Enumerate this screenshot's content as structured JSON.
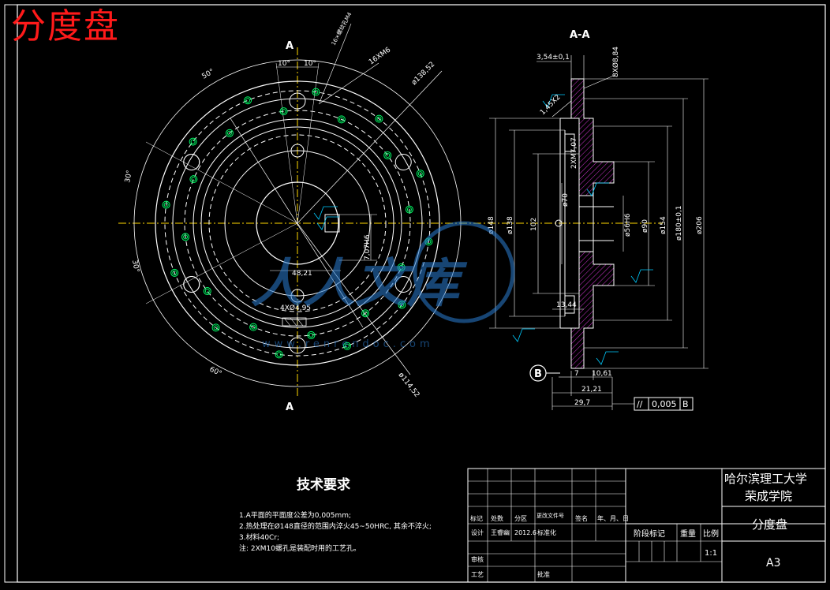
{
  "drawing": {
    "title": "分度盘",
    "section_label": "A-A",
    "cut_label_top": "A",
    "cut_label_bottom": "A",
    "datum_label": "B"
  },
  "front_view": {
    "angle_10_left": "10°",
    "angle_10_right": "10°",
    "angle_50": "50°",
    "angle_30_top": "30°",
    "angle_30_bottom": "30°",
    "angle_60": "60°",
    "hole_note_top": "16×螺纹孔M4",
    "thread_note": "16XM6",
    "dia_138_52": "ø138,52",
    "dia_114_52": "ø114,52",
    "dim_48_21": "48,21",
    "dim_7_07": "7,07H6",
    "hole_4x": "4XØ4,95"
  },
  "section_view": {
    "dim_3_54": "3,54±0,1",
    "dim_8x884": "8XØ8,84",
    "dim_1_45": "1,45X2",
    "dim_2x": "2XM7,07",
    "dim_148": "ø148",
    "dim_138": "ø138",
    "dim_102": "102",
    "dim_70": "ø70",
    "dim_56": "ø56H6",
    "dim_90": "ø90",
    "dim_154": "ø154",
    "dim_180": "ø180±0,1",
    "dim_206": "ø206",
    "dim_13_44": "13,44",
    "dim_7": "7",
    "dim_10_61": "10,61",
    "dim_21_21": "21,21",
    "dim_29_7": "29,7",
    "tol_symbol": "//",
    "tol_value": "0,005",
    "tol_datum": "B"
  },
  "requirements": {
    "title": "技术要求",
    "lines": [
      "1.A平面的平面度公差为0,005mm;",
      "2.热处理在Ø148直径的范围内淬火45~50HRC, 其余不淬火;",
      "3.材料40Cr;",
      "注: 2XM10螺孔是装配时用的工艺孔。"
    ]
  },
  "title_block": {
    "school_line1": "哈尔滨理工大学",
    "school_line2": "荣成学院",
    "part_name": "分度盘",
    "sheet_size": "A3",
    "stage_mark": "阶段标记",
    "weight": "重量",
    "scale_label": "比例",
    "scale_value": "1:1",
    "hdr_mark": "标记",
    "hdr_count": "处数",
    "hdr_zone": "分区",
    "hdr_doc": "更改文件号",
    "hdr_sign": "签名",
    "hdr_date": "年、月、日",
    "designer_label": "设计",
    "designer_name": "王睿幽",
    "design_date": "2012.6",
    "standard_label": "标准化",
    "review_label": "审核",
    "process_label": "工艺",
    "approve_label": "批准"
  },
  "watermark": {
    "text": "人人文库",
    "url": "www.renrendoc.com"
  },
  "colors": {
    "background": "#000000",
    "title_red": "#ff1a1a",
    "line_white": "#ffffff",
    "hole_green": "#00ff66",
    "center_yellow": "#ffd700",
    "hatch_magenta": "#cc33cc",
    "tol_cyan": "#00ccff",
    "watermark_blue": "#2b7fd4"
  }
}
